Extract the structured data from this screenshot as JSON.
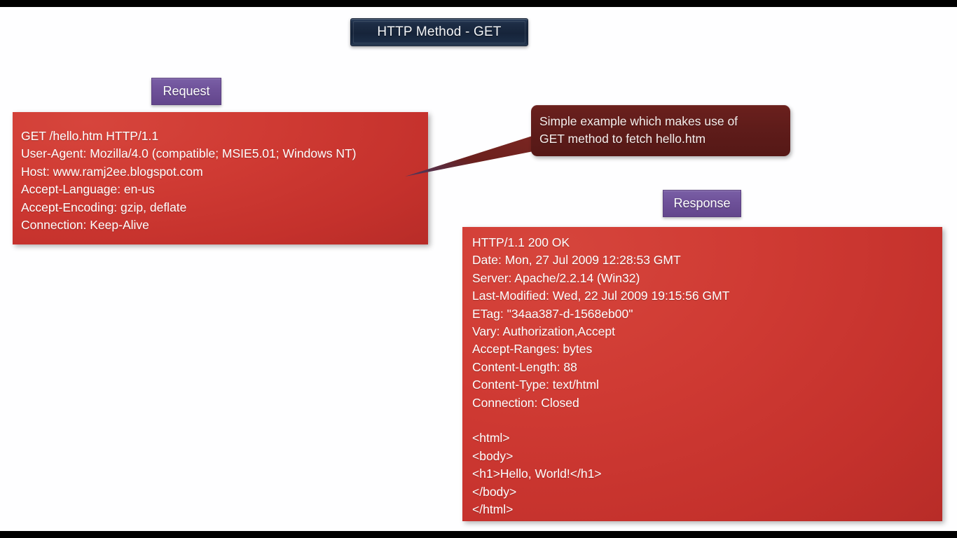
{
  "slide": {
    "title": "HTTP Method - GET",
    "background_color": "#fefeff",
    "letterbox_color": "#000000"
  },
  "colors": {
    "title_plate": "#1d2d45",
    "purple_label": "#6e5199",
    "red_box": "#cf3a33",
    "callout": "#5f1c1a",
    "callout_tail": "#7a2420",
    "text_light": "#ffffff"
  },
  "labels": {
    "request": "Request",
    "response": "Response"
  },
  "request_box": {
    "lines": [
      "GET /hello.htm HTTP/1.1",
      "User-Agent: Mozilla/4.0 (compatible; MSIE5.01; Windows NT)",
      "Host: www.ramj2ee.blogspot.com",
      "Accept-Language: en-us",
      "Accept-Encoding: gzip, deflate",
      "Connection: Keep-Alive"
    ]
  },
  "response_box": {
    "lines": [
      "HTTP/1.1 200 OK",
      "Date: Mon, 27 Jul 2009 12:28:53 GMT",
      "Server: Apache/2.2.14 (Win32)",
      "Last-Modified: Wed, 22 Jul 2009 19:15:56 GMT",
      "ETag: \"34aa387-d-1568eb00\"",
      "Vary: Authorization,Accept",
      "Accept-Ranges: bytes",
      "Content-Length: 88",
      "Content-Type: text/html",
      "Connection: Closed",
      "",
      "<html>",
      "<body>",
      "<h1>Hello, World!</h1>",
      "</body>",
      "</html>"
    ]
  },
  "callout": {
    "lines": [
      "Simple example which makes use of",
      "GET method to fetch hello.htm"
    ]
  }
}
